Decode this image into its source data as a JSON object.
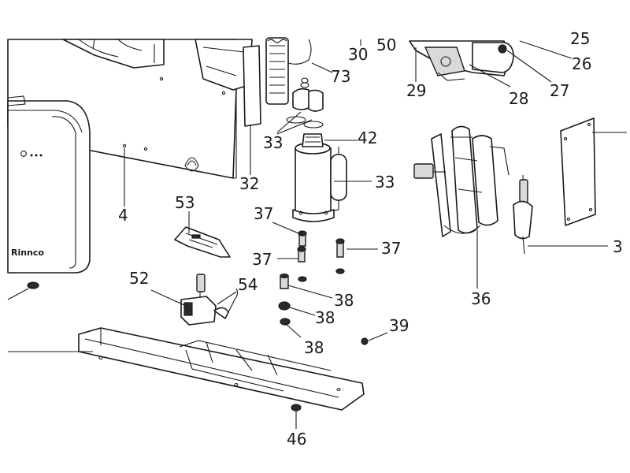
{
  "brand": {
    "front_panel_logo": "Rinnco"
  },
  "callouts": {
    "c25": "25",
    "c26": "26",
    "c27": "27",
    "c28": "28",
    "c29": "29",
    "c30": "30",
    "c50": "50",
    "c73": "73",
    "c32": "32",
    "c33a": "33",
    "c42": "42",
    "c33b": "33",
    "c4": "4",
    "c53": "53",
    "c37a": "37",
    "c37b": "37",
    "c37c": "37",
    "c52": "52",
    "c54": "54",
    "c38a": "38",
    "c38b": "38",
    "c38c": "38",
    "c39": "39",
    "c36": "36",
    "c3": "3",
    "c46": "46"
  }
}
